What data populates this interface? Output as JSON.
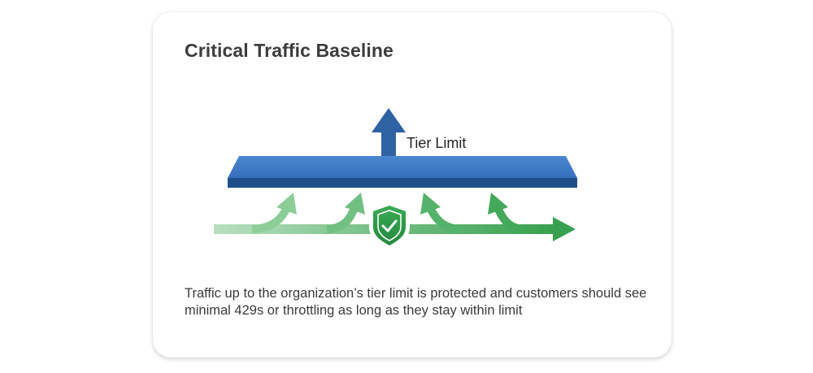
{
  "card": {
    "title": "Critical Traffic Baseline",
    "caption": "Traffic up to the organization’s tier limit is protected and customers should see minimal 429s or throttling as long as they stay within limit"
  },
  "diagram": {
    "limit_label": "Tier Limit",
    "colors": {
      "limit_bar": "#3a76c4",
      "limit_bar_dark": "#1f4f8a",
      "limit_arrow": "#2f62a3",
      "traffic_light": "#a8d8b0",
      "traffic_dark": "#3aa14f",
      "shield": "#2e9d48"
    },
    "icons": [
      "up-arrow-icon",
      "shield-check-icon",
      "traffic-arrow-icon"
    ]
  }
}
